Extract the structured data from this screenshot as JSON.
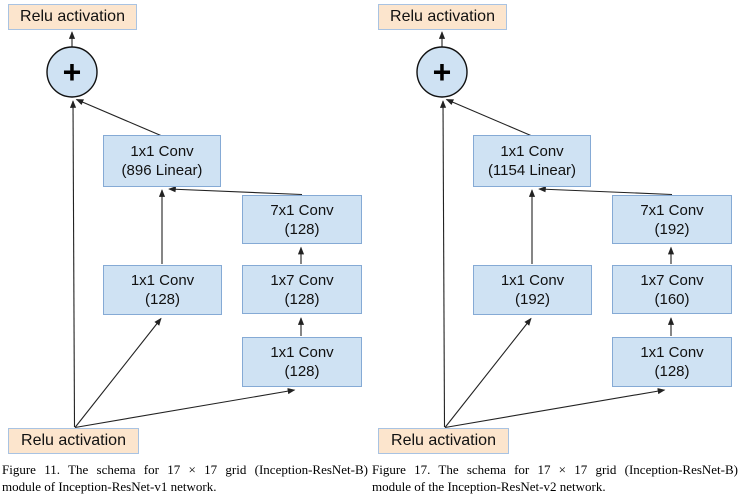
{
  "page": {
    "background": "#ffffff"
  },
  "colors": {
    "relu_box_fill": "#fce5cd",
    "relu_box_border": "#a9c3e2",
    "conv_box_fill": "#cfe2f3",
    "conv_box_border": "#85aad5",
    "sum_circle_fill": "#cfe2f3",
    "sum_circle_border": "#111111",
    "arrow_color": "#222222"
  },
  "diagrams": [
    {
      "relu_top": "Relu activation",
      "sum_symbol": "+",
      "conv_linear_line1": "1x1 Conv",
      "conv_linear_line2": "(896 Linear)",
      "conv_left_line1": "1x1 Conv",
      "conv_left_line2": "(128)",
      "conv_7x1_line1": "7x1 Conv",
      "conv_7x1_line2": "(128)",
      "conv_1x7_line1": "1x7 Conv",
      "conv_1x7_line2": "(128)",
      "conv_1x1_line1": "1x1 Conv",
      "conv_1x1_line2": "(128)",
      "relu_bottom": "Relu activation",
      "caption_line1": "Figure 11. The schema for 17 × 17 grid (Inception-ResNet-B)",
      "caption_line2": "module of Inception-ResNet-v1 network."
    },
    {
      "relu_top": "Relu activation",
      "sum_symbol": "+",
      "conv_linear_line1": "1x1 Conv",
      "conv_linear_line2": "(1154 Linear)",
      "conv_left_line1": "1x1 Conv",
      "conv_left_line2": "(192)",
      "conv_7x1_line1": "7x1 Conv",
      "conv_7x1_line2": "(192)",
      "conv_1x7_line1": "1x7 Conv",
      "conv_1x7_line2": "(160)",
      "conv_1x1_line1": "1x1 Conv",
      "conv_1x1_line2": "(128)",
      "relu_bottom": "Relu activation",
      "caption_line1": "Figure 17. The schema for 17 × 17 grid (Inception-ResNet-B)",
      "caption_line2": "module of the Inception-ResNet-v2 network."
    }
  ]
}
